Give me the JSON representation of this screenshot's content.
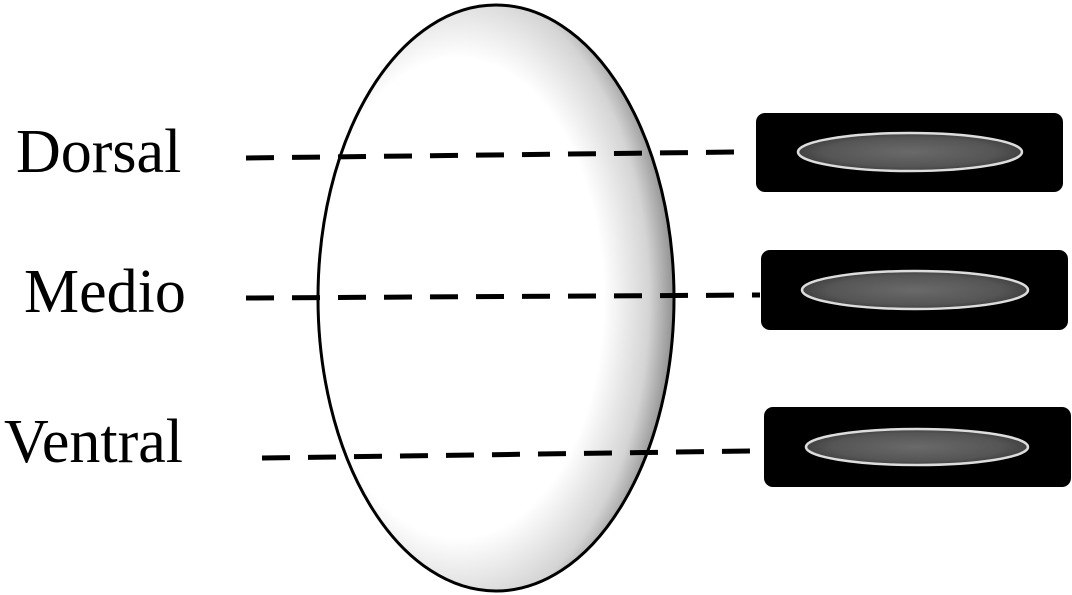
{
  "diagram": {
    "levels": [
      {
        "label": "Dorsal"
      },
      {
        "label": "Medio"
      },
      {
        "label": "Ventral"
      }
    ]
  },
  "colors": {
    "ink": "#000000",
    "background": "#ffffff",
    "slice_fill": "#000000",
    "inner_ellipse_fill": "#5c5c5c",
    "inner_ellipse_stroke": "#d9d9d9",
    "body_shade": "#8a8a8a"
  }
}
